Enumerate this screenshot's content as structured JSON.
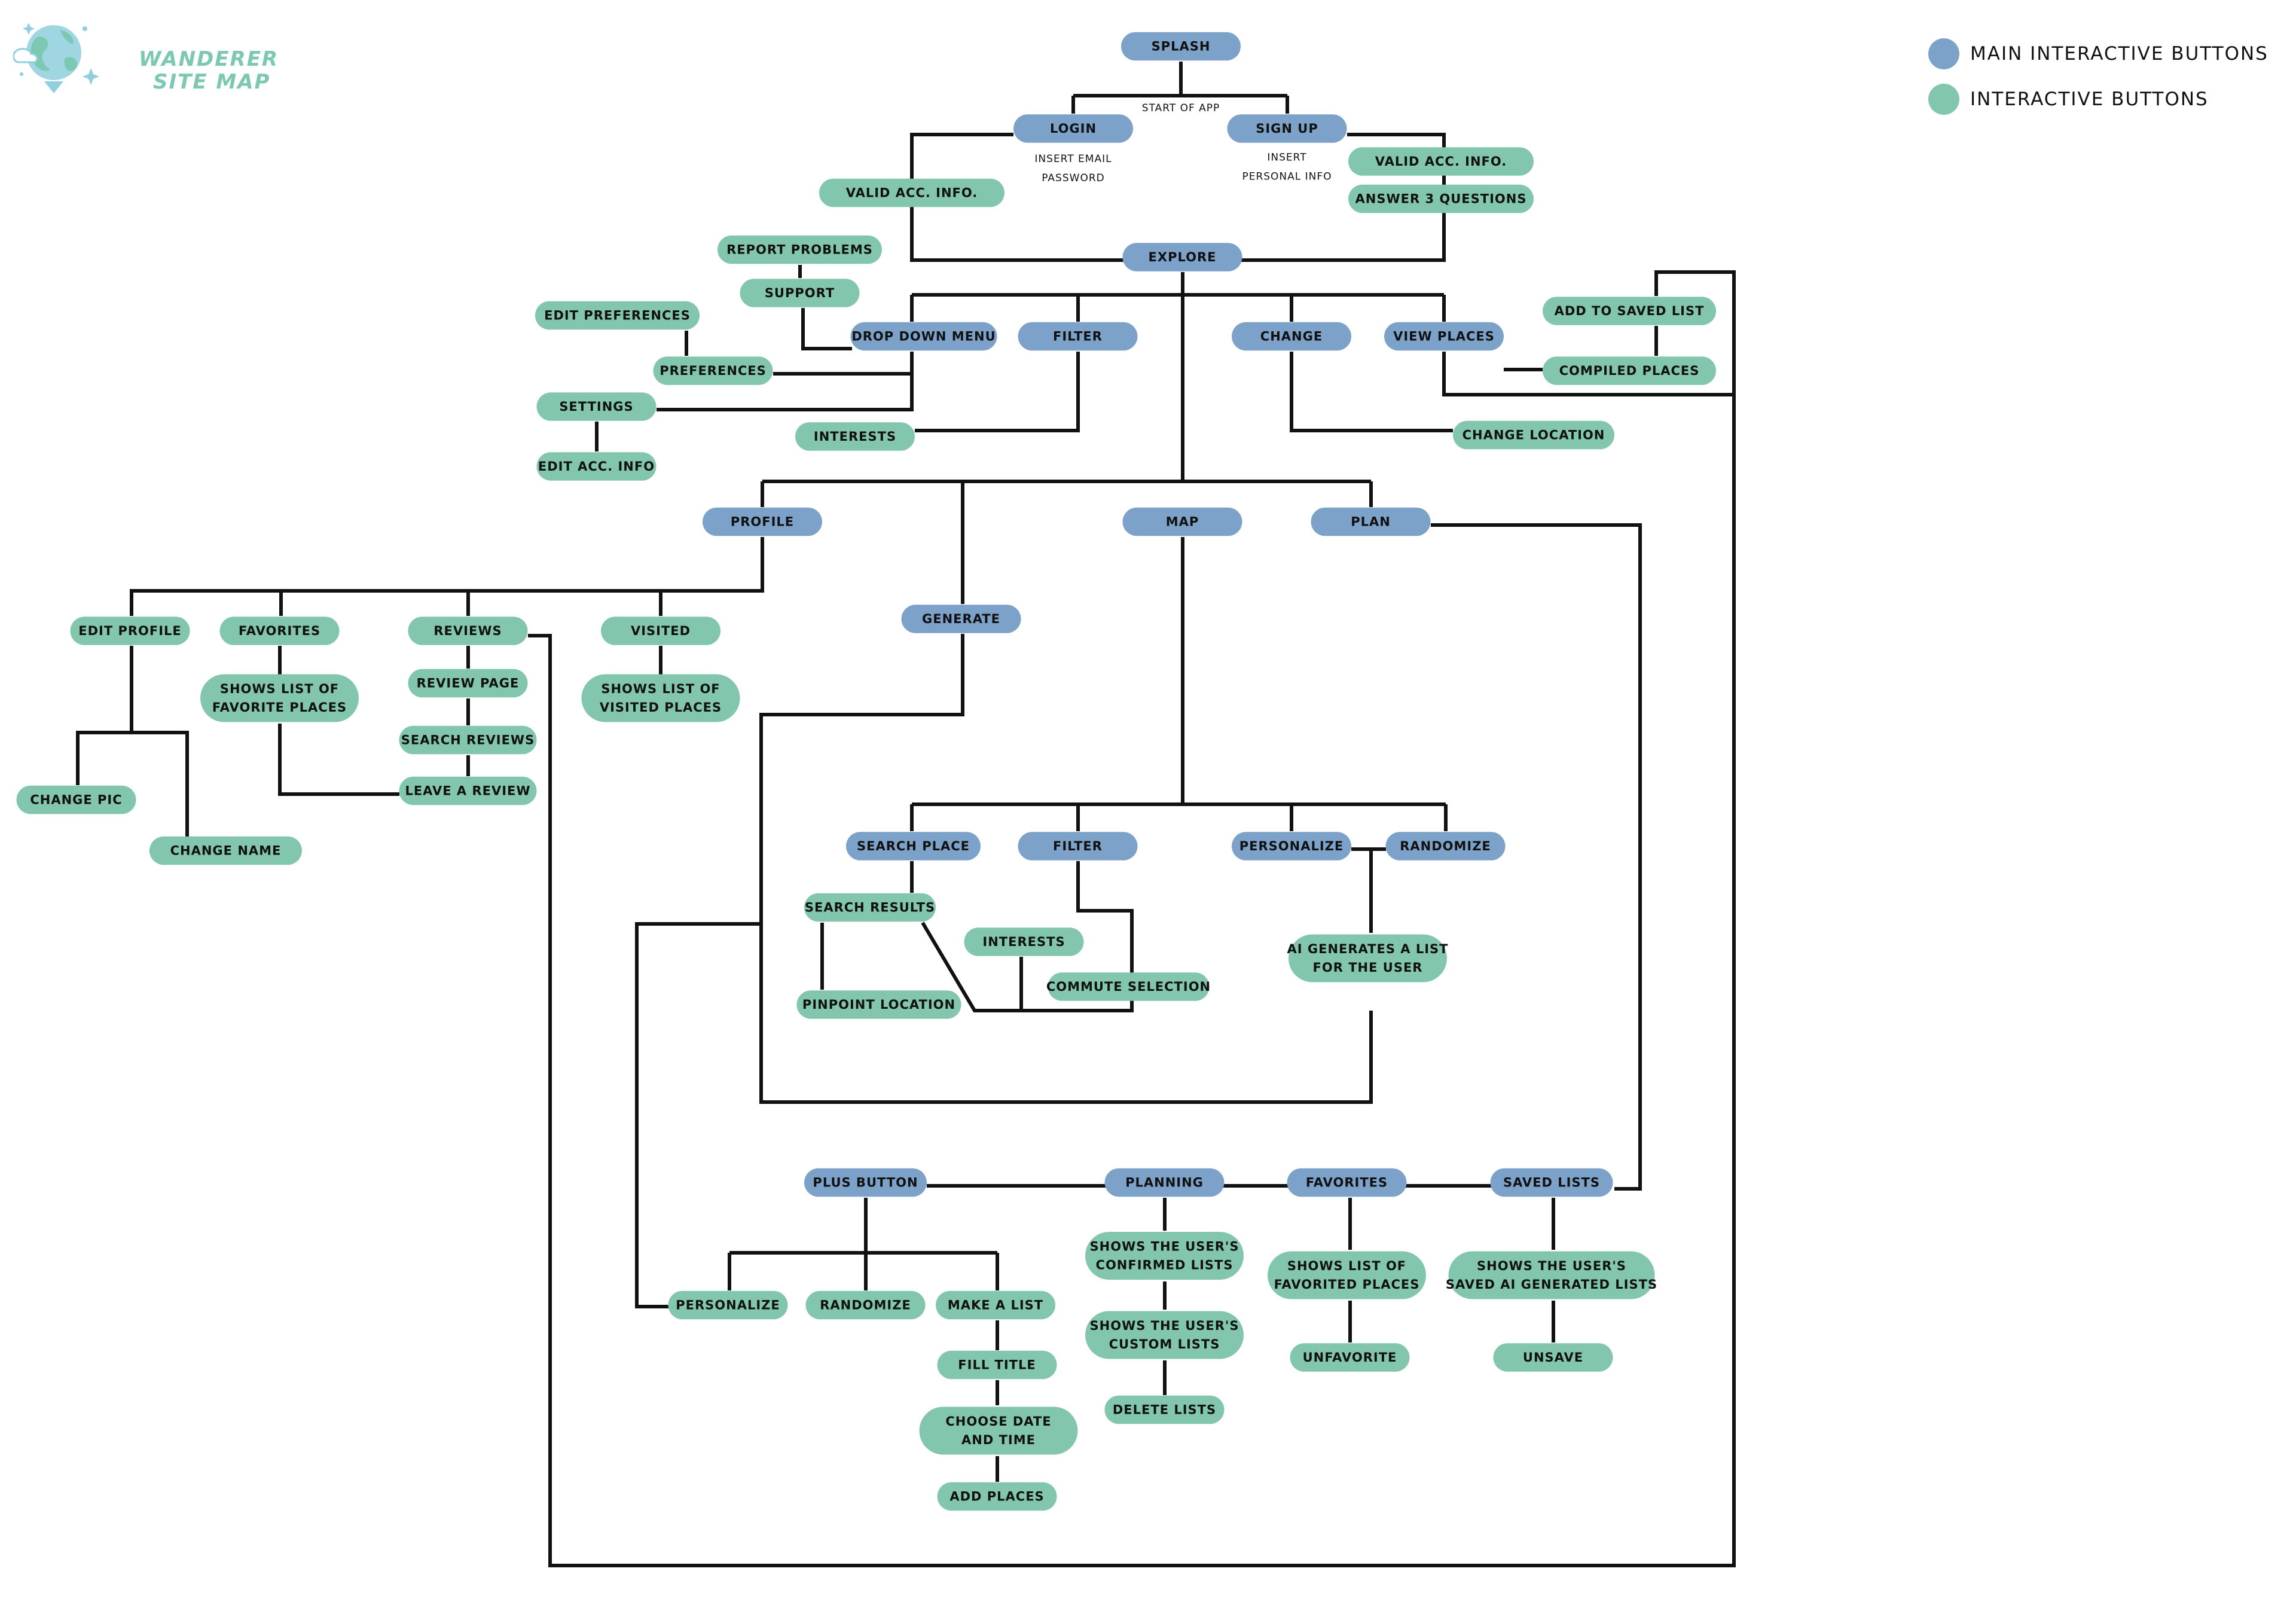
{
  "logo": {
    "title": "WANDERER",
    "subtitle": "SITE MAP",
    "globe_icon": "globe-pin-icon"
  },
  "legend": [
    {
      "label": "MAIN INTERACTIVE BUTTONS",
      "color": "#7da2c9"
    },
    {
      "label": "INTERACTIVE BUTTONS",
      "color": "#83c6ae"
    }
  ],
  "colors": {
    "main": "#7da2c9",
    "secondary": "#83c6ae",
    "line": "#111111"
  },
  "nodes": [
    {
      "id": "splash",
      "kind": "main",
      "lines": [
        "SPLASH"
      ]
    },
    {
      "id": "login",
      "kind": "main",
      "lines": [
        "LOGIN"
      ]
    },
    {
      "id": "sign_up",
      "kind": "main",
      "lines": [
        "SIGN UP"
      ]
    },
    {
      "id": "login_valid",
      "kind": "secondary",
      "lines": [
        "VALID ACC. INFO."
      ]
    },
    {
      "id": "signup_valid",
      "kind": "secondary",
      "lines": [
        "VALID ACC. INFO."
      ]
    },
    {
      "id": "answer_questions",
      "kind": "secondary",
      "lines": [
        "ANSWER 3 QUESTIONS"
      ]
    },
    {
      "id": "explore",
      "kind": "main",
      "lines": [
        "EXPLORE"
      ]
    },
    {
      "id": "report_problems",
      "kind": "secondary",
      "lines": [
        "REPORT PROBLEMS"
      ]
    },
    {
      "id": "support",
      "kind": "secondary",
      "lines": [
        "SUPPORT"
      ]
    },
    {
      "id": "edit_preferences",
      "kind": "secondary",
      "lines": [
        "EDIT PREFERENCES"
      ]
    },
    {
      "id": "preferences",
      "kind": "secondary",
      "lines": [
        "PREFERENCES"
      ]
    },
    {
      "id": "settings",
      "kind": "secondary",
      "lines": [
        "SETTINGS"
      ]
    },
    {
      "id": "edit_acc_info",
      "kind": "secondary",
      "lines": [
        "EDIT ACC. INFO"
      ]
    },
    {
      "id": "drop_down_menu",
      "kind": "main",
      "lines": [
        "DROP DOWN MENU"
      ]
    },
    {
      "id": "explore_filter",
      "kind": "main",
      "lines": [
        "FILTER"
      ]
    },
    {
      "id": "explore_interests",
      "kind": "secondary",
      "lines": [
        "INTERESTS"
      ]
    },
    {
      "id": "change",
      "kind": "main",
      "lines": [
        "CHANGE"
      ]
    },
    {
      "id": "change_location",
      "kind": "secondary",
      "lines": [
        "CHANGE LOCATION"
      ]
    },
    {
      "id": "view_places",
      "kind": "main",
      "lines": [
        "VIEW PLACES"
      ]
    },
    {
      "id": "add_saved_list",
      "kind": "secondary",
      "lines": [
        "ADD TO SAVED LIST"
      ]
    },
    {
      "id": "compiled_places",
      "kind": "secondary",
      "lines": [
        "COMPILED PLACES"
      ]
    },
    {
      "id": "profile",
      "kind": "main",
      "lines": [
        "PROFILE"
      ]
    },
    {
      "id": "map",
      "kind": "main",
      "lines": [
        "MAP"
      ]
    },
    {
      "id": "plan",
      "kind": "main",
      "lines": [
        "PLAN"
      ]
    },
    {
      "id": "generate",
      "kind": "main",
      "lines": [
        "GENERATE"
      ]
    },
    {
      "id": "edit_profile",
      "kind": "secondary",
      "lines": [
        "EDIT PROFILE"
      ]
    },
    {
      "id": "profile_favorites",
      "kind": "secondary",
      "lines": [
        "FAVORITES"
      ]
    },
    {
      "id": "reviews",
      "kind": "secondary",
      "lines": [
        "REVIEWS"
      ]
    },
    {
      "id": "visited",
      "kind": "secondary",
      "lines": [
        "VISITED"
      ]
    },
    {
      "id": "favorite_places",
      "kind": "secondary",
      "lines": [
        "SHOWS LIST OF",
        "FAVORITE PLACES"
      ]
    },
    {
      "id": "review_page",
      "kind": "secondary",
      "lines": [
        "REVIEW PAGE"
      ]
    },
    {
      "id": "search_reviews",
      "kind": "secondary",
      "lines": [
        "SEARCH REVIEWS"
      ]
    },
    {
      "id": "leave_review",
      "kind": "secondary",
      "lines": [
        "LEAVE A REVIEW"
      ]
    },
    {
      "id": "visited_places",
      "kind": "secondary",
      "lines": [
        "SHOWS LIST OF",
        "VISITED PLACES"
      ]
    },
    {
      "id": "change_pic",
      "kind": "secondary",
      "lines": [
        "CHANGE PIC"
      ]
    },
    {
      "id": "change_name",
      "kind": "secondary",
      "lines": [
        "CHANGE NAME"
      ]
    },
    {
      "id": "search_place",
      "kind": "main",
      "lines": [
        "SEARCH PLACE"
      ]
    },
    {
      "id": "map_filter",
      "kind": "main",
      "lines": [
        "FILTER"
      ]
    },
    {
      "id": "map_personalize",
      "kind": "main",
      "lines": [
        "PERSONALIZE"
      ]
    },
    {
      "id": "map_randomize",
      "kind": "main",
      "lines": [
        "RANDOMIZE"
      ]
    },
    {
      "id": "search_results",
      "kind": "secondary",
      "lines": [
        "SEARCH RESULTS"
      ]
    },
    {
      "id": "pinpoint_location",
      "kind": "secondary",
      "lines": [
        "PINPOINT LOCATION"
      ]
    },
    {
      "id": "map_interests",
      "kind": "secondary",
      "lines": [
        "INTERESTS"
      ]
    },
    {
      "id": "commute_selection",
      "kind": "secondary",
      "lines": [
        "COMMUTE SELECTION"
      ]
    },
    {
      "id": "ai_generates",
      "kind": "secondary",
      "lines": [
        "AI GENERATES A LIST",
        "FOR THE USER"
      ]
    },
    {
      "id": "plus_button",
      "kind": "main",
      "lines": [
        "PLUS BUTTON"
      ]
    },
    {
      "id": "planning",
      "kind": "main",
      "lines": [
        "PLANNING"
      ]
    },
    {
      "id": "plan_favorites",
      "kind": "main",
      "lines": [
        "FAVORITES"
      ]
    },
    {
      "id": "saved_lists",
      "kind": "main",
      "lines": [
        "SAVED LISTS"
      ]
    },
    {
      "id": "plus_personalize",
      "kind": "secondary",
      "lines": [
        "PERSONALIZE"
      ]
    },
    {
      "id": "plus_randomize",
      "kind": "secondary",
      "lines": [
        "RANDOMIZE"
      ]
    },
    {
      "id": "make_a_list",
      "kind": "secondary",
      "lines": [
        "MAKE A LIST"
      ]
    },
    {
      "id": "fill_title",
      "kind": "secondary",
      "lines": [
        "FILL TITLE"
      ]
    },
    {
      "id": "choose_date",
      "kind": "secondary",
      "lines": [
        "CHOOSE DATE",
        "AND TIME"
      ]
    },
    {
      "id": "add_places",
      "kind": "secondary",
      "lines": [
        "ADD PLACES"
      ]
    },
    {
      "id": "confirmed_lists",
      "kind": "secondary",
      "lines": [
        "SHOWS THE USER'S",
        "CONFIRMED LISTS"
      ]
    },
    {
      "id": "custom_lists",
      "kind": "secondary",
      "lines": [
        "SHOWS THE USER'S",
        "CUSTOM LISTS"
      ]
    },
    {
      "id": "delete_lists",
      "kind": "secondary",
      "lines": [
        "DELETE LISTS"
      ]
    },
    {
      "id": "favorited_places",
      "kind": "secondary",
      "lines": [
        "SHOWS LIST OF",
        "FAVORITED PLACES"
      ]
    },
    {
      "id": "unfavorite",
      "kind": "secondary",
      "lines": [
        "UNFAVORITE"
      ]
    },
    {
      "id": "saved_ai_lists",
      "kind": "secondary",
      "lines": [
        "SHOWS THE USER'S",
        "SAVED AI GENERATED LISTS"
      ]
    },
    {
      "id": "unsave",
      "kind": "secondary",
      "lines": [
        "UNSAVE"
      ]
    }
  ],
  "notes": [
    {
      "id": "start_of_app",
      "lines": [
        "START OF APP"
      ]
    },
    {
      "id": "login_note",
      "lines": [
        "INSERT EMAIL",
        "PASSWORD"
      ]
    },
    {
      "id": "signup_note",
      "lines": [
        "INSERT",
        "PERSONAL INFO"
      ]
    }
  ]
}
